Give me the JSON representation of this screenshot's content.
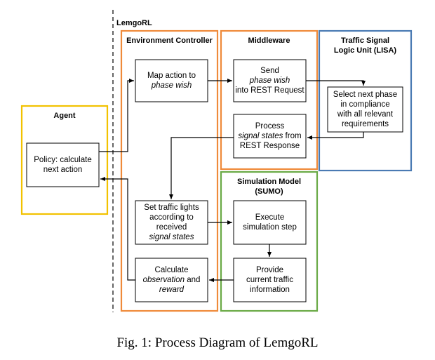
{
  "system_label": "LemgoRL",
  "caption": "Fig. 1: Process Diagram of LemgoRL",
  "colors": {
    "agent": "#f2c200",
    "environment_controller": "#ef8a3a",
    "middleware": "#ef8a3a",
    "lisa": "#4a7ab3",
    "sumo": "#6aaa46"
  },
  "components": {
    "agent": {
      "title": "Agent"
    },
    "environment_controller": {
      "title": "Environment Controller"
    },
    "middleware": {
      "title": "Middleware"
    },
    "lisa": {
      "title_line1": "Traffic Signal",
      "title_line2": "Logic Unit (LISA)"
    },
    "sumo": {
      "title_line1": "Simulation Model",
      "title_line2": "(SUMO)"
    }
  },
  "steps": {
    "policy": {
      "line1": "Policy: calculate",
      "line2": "next action"
    },
    "map_action": {
      "line1": "Map action to",
      "line2": "phase wish"
    },
    "send": {
      "line1": "Send",
      "line2": "phase wish",
      "line3": "into REST Request"
    },
    "select_phase": {
      "line1": "Select next phase",
      "line2": "in compliance",
      "line3": "with all relevant",
      "line4": "requirements"
    },
    "process": {
      "line1": "Process",
      "line2": "signal states",
      "line2_tail": " from",
      "line3": "REST Response"
    },
    "set_lights": {
      "line1": "Set traffic lights",
      "line2": "according to",
      "line3": "received",
      "line4": "signal states"
    },
    "execute": {
      "line1": "Execute",
      "line2": "simulation step"
    },
    "provide": {
      "line1": "Provide",
      "line2": "current traffic",
      "line3": "information"
    },
    "calculate": {
      "line1": "Calculate",
      "line2": "observation",
      "line2_tail": " and",
      "line3": "reward"
    }
  }
}
